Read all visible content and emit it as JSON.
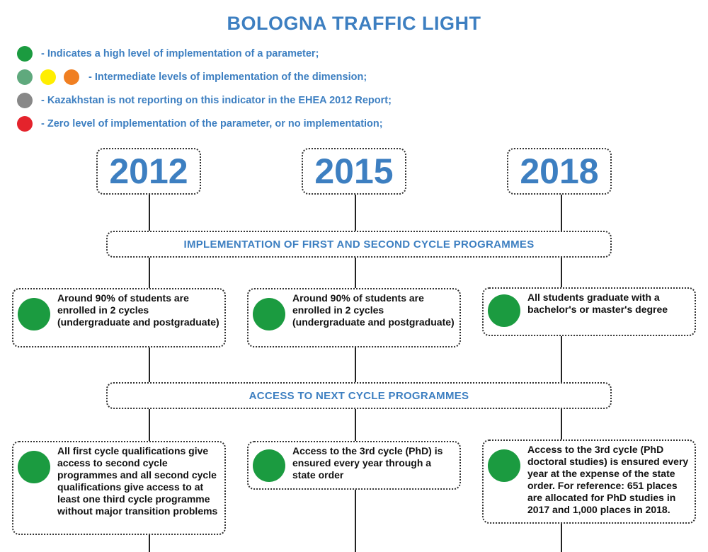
{
  "title": "BOLOGNA TRAFFIC LIGHT",
  "colors": {
    "accent": "#3d7fc1",
    "green": "#1b9b40",
    "light_green": "#5fa97d",
    "yellow": "#ffee00",
    "orange": "#f07f22",
    "grey": "#888888",
    "red": "#e4232c"
  },
  "legend": [
    {
      "dots": [
        "#1b9b40"
      ],
      "text": "- Indicates a high level of implementation of a parameter;"
    },
    {
      "dots": [
        "#5fa97d",
        "#ffee00",
        "#f07f22"
      ],
      "text": "- Intermediate levels of implementation of the dimension;"
    },
    {
      "dots": [
        "#888888"
      ],
      "text": "- Kazakhstan is not reporting on this indicator in the EHEA 2012 Report;"
    },
    {
      "dots": [
        "#e4232c"
      ],
      "text": "- Zero level of implementation of the parameter, or no implementation;"
    }
  ],
  "years": [
    "2012",
    "2015",
    "2018"
  ],
  "sections": [
    {
      "title": "IMPLEMENTATION OF FIRST AND SECOND CYCLE PROGRAMMES",
      "cards": [
        {
          "status": "green",
          "text": "Around 90% of students are enrolled in 2 cycles (undergraduate and postgraduate)"
        },
        {
          "status": "green",
          "text": "Around 90% of students are enrolled in 2 cycles (undergraduate and postgraduate)"
        },
        {
          "status": "green",
          "text": "All students graduate with a bachelor's or master's degree"
        }
      ]
    },
    {
      "title": "ACCESS TO NEXT CYCLE PROGRAMMES",
      "cards": [
        {
          "status": "green",
          "text": "All first cycle qualifications give access to second cycle programmes and all second cycle qualifications give access to at least one third cycle programme without major transition problems"
        },
        {
          "status": "green",
          "text": "Access to the 3rd cycle (PhD) is ensured every year through a state order"
        },
        {
          "status": "green",
          "text": "Access to the 3rd cycle (PhD doctoral studies) is ensured every year at the expense of the state order. For reference: 651 places are allocated for PhD studies in 2017 and 1,000 places in 2018."
        }
      ]
    }
  ]
}
